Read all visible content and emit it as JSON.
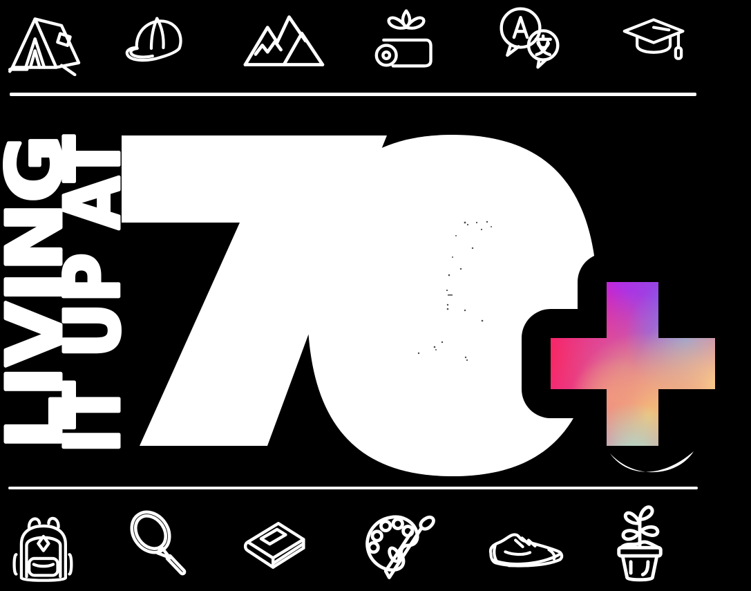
{
  "poster": {
    "background": "#000000",
    "ink": "#ffffff",
    "headline": {
      "line1": "LIVING",
      "line2": "IT UP AT"
    },
    "big_number": "70",
    "plus_sign": "+",
    "plus_gradient": [
      "#cb18e8",
      "#9b45e8",
      "#f9255f",
      "#e8359f",
      "#d36a9e",
      "#7b8fe8",
      "#f9d488",
      "#f4c276",
      "#f19a7e",
      "#a5ecd4"
    ],
    "divider_color": "#ffffff",
    "top_icons": [
      "camping-tent",
      "baseball-cap",
      "mountains",
      "yoga-mat-lotus",
      "language-exchange",
      "graduation-cap"
    ],
    "bottom_icons": [
      "backpack",
      "tennis-racket",
      "book",
      "paint-palette-brush",
      "running-shoe",
      "potted-plant"
    ]
  }
}
